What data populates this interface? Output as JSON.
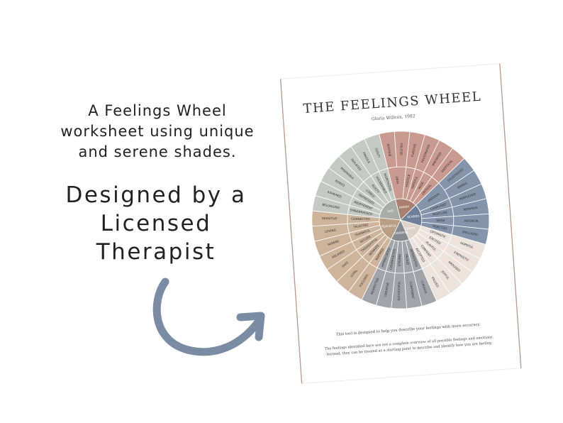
{
  "tagline_lines": [
    "A Feelings Wheel",
    "worksheet using unique",
    "and serene shades."
  ],
  "headline_lines": [
    "Designed by a",
    "Licensed",
    "Therapist"
  ],
  "worksheet": {
    "title": "THE FEELINGS WHEEL",
    "author": "Gloria Willcox, 1982",
    "footer_1": "This tool is designed to help you describe your feelings with more accuracy.",
    "footer_2": "The feelings identified here are not a complete overview of all possible feelings and emotions.",
    "footer_3": "Instead, they can be treated as a starting point to describe and identify how you are feeling."
  },
  "colors": {
    "accent_arrow": "#7a8ca4",
    "angry": "#c99a8f",
    "scared": "#8494ab",
    "happy": "#ebe3dc",
    "powerful": "#a1a5aa",
    "peaceful": "#cfb49c",
    "sad": "#c4c9c3"
  },
  "wheel": [
    {
      "core": "ANGRY",
      "color": "#c99a8f",
      "center_color": "#a9806f",
      "groups": [
        {
          "mid": "HURT",
          "outer": [
            "JEALOUS",
            "SELFISH"
          ]
        },
        {
          "mid": "HOSTILE",
          "outer": [
            "FURIOUS"
          ]
        },
        {
          "mid": "HATEFUL",
          "outer": [
            "FRUSTRATED"
          ]
        },
        {
          "mid": "RAGE",
          "outer": [
            "IRRITATED"
          ]
        },
        {
          "mid": "CRITICAL",
          "outer": [
            "SKEPTICAL"
          ]
        }
      ]
    },
    {
      "core": "SCARED",
      "color": "#8494ab",
      "center_color": "#6f7f99",
      "groups": [
        {
          "mid": "ANXIOUS",
          "outer": [
            "FRUSTRATED",
            "BORED"
          ]
        },
        {
          "mid": "CONFUSED",
          "outer": [
            "PERPLEXED"
          ]
        },
        {
          "mid": "INSECURE",
          "outer": [
            "NERVOUS"
          ]
        },
        {
          "mid": "WEAK",
          "outer": [
            "INFERIOR"
          ]
        },
        {
          "mid": "REJECTED",
          "outer": [
            "EXCLUDED"
          ]
        }
      ]
    },
    {
      "core": "HAPPY",
      "color": "#ebe3dc",
      "center_color": "#ddd3ca",
      "groups": [
        {
          "mid": "OPTIMISTIC",
          "outer": [
            "HOPEFUL"
          ]
        },
        {
          "mid": "EXCITED",
          "outer": [
            "ENERGETIC"
          ]
        },
        {
          "mid": "PLAYFUL",
          "outer": [
            "AROUSED"
          ]
        },
        {
          "mid": "CONTENT",
          "outer": [
            "JOYFUL"
          ]
        },
        {
          "mid": "ACCEPTED",
          "outer": [
            "VALUED"
          ]
        }
      ]
    },
    {
      "core": "POWERFUL",
      "color": "#a1a5aa",
      "center_color": "#878b90",
      "groups": [
        {
          "mid": "INTERESTED",
          "outer": [
            "CURIOUS"
          ]
        },
        {
          "mid": "PROUD",
          "outer": [
            "CONFIDENT"
          ]
        },
        {
          "mid": "STRONG",
          "outer": [
            "SUCCESSFUL"
          ]
        },
        {
          "mid": "COURAGEOUS",
          "outer": [
            "CREATIVE"
          ]
        },
        {
          "mid": "APPRECIATED",
          "outer": [
            "RESPECTED"
          ]
        }
      ]
    },
    {
      "core": "PEACEFUL",
      "color": "#cfb49c",
      "center_color": "#b99e86",
      "groups": [
        {
          "mid": "INSPIRED",
          "outer": [
            "FOCUSED"
          ]
        },
        {
          "mid": "INTIMATE",
          "outer": [
            "LOYAL"
          ]
        },
        {
          "mid": "THOUGHTFUL",
          "outer": [
            "SAFE"
          ]
        },
        {
          "mid": "SECURE",
          "outer": [
            "RELAXED"
          ]
        },
        {
          "mid": "THANKFUL",
          "outer": [
            "SERENE"
          ]
        },
        {
          "mid": "TRUSTING",
          "outer": [
            "LOVING"
          ]
        },
        {
          "mid": "CONNECTED",
          "outer": [
            "SENSITIVE"
          ]
        }
      ]
    },
    {
      "core": "SAD",
      "color": "#c4c9c3",
      "center_color": "#a8aea7",
      "groups": [
        {
          "mid": "EMBARRASSED",
          "outer": [
            "BELONGING"
          ]
        },
        {
          "mid": "INDIFFERENT",
          "outer": [
            "ASHAMED"
          ]
        },
        {
          "mid": "DEPRESSED",
          "outer": [
            "BORED"
          ]
        },
        {
          "mid": "LONELY",
          "outer": [
            "MISERABLE"
          ]
        },
        {
          "mid": "GUILTY",
          "outer": [
            "ISOLATED"
          ]
        },
        {
          "mid": "VULNERABLE",
          "outer": [
            "FRAGILE"
          ]
        },
        {
          "mid": "WORTHLESS",
          "outer": [
            "GUILTY"
          ]
        }
      ]
    }
  ]
}
